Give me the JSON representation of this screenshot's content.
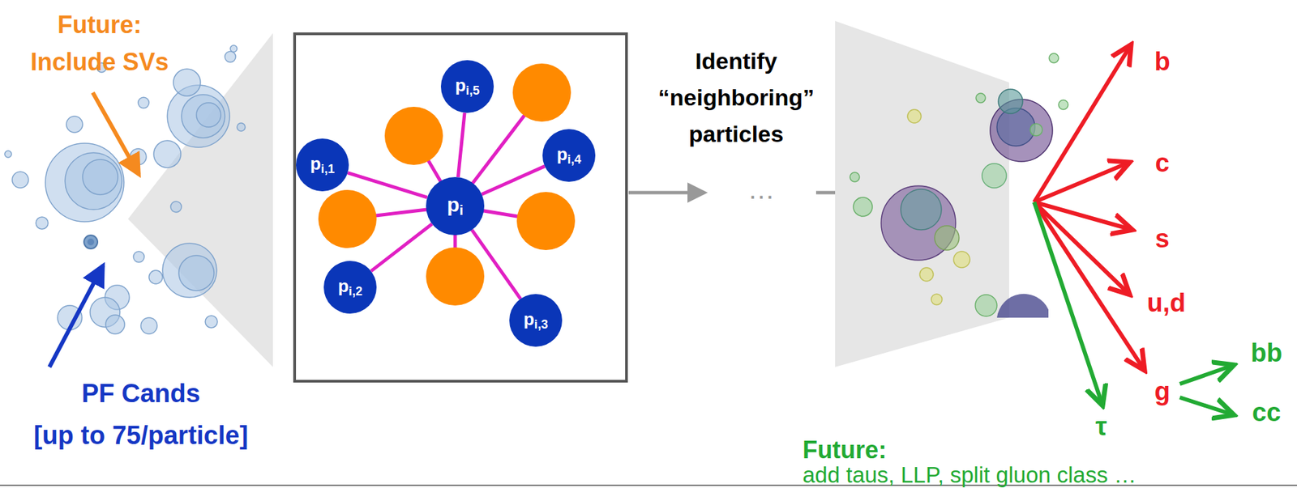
{
  "diagram": {
    "nodes": [
      {
        "text": [
          "pi"
        ]
      },
      {
        "text": [
          "pi,1"
        ]
      },
      {
        "text": [
          "pi,2"
        ]
      },
      {
        "text": [
          "pi,3"
        ]
      },
      {
        "text": [
          "pi,4"
        ]
      },
      {
        "text": [
          "pi,5"
        ]
      }
    ],
    "edges": [
      {
        "from": 0,
        "to": 1,
        "arrow": "none"
      },
      {
        "from": 0,
        "to": 2,
        "arrow": "none"
      },
      {
        "from": 0,
        "to": 3,
        "arrow": "none"
      },
      {
        "from": 0,
        "to": 4,
        "arrow": "none"
      },
      {
        "from": 0,
        "to": 5,
        "arrow": "none"
      }
    ],
    "labels": [
      "Future:",
      "Include SVs",
      "PF Cands",
      "[up to 75/particle]",
      "Identify “neighboring” particles",
      "…",
      "b",
      "c",
      "s",
      "u,d",
      "g",
      "τ",
      "bb",
      "cc",
      "Future:",
      "add taus, LLP, split gluon class …"
    ]
  }
}
